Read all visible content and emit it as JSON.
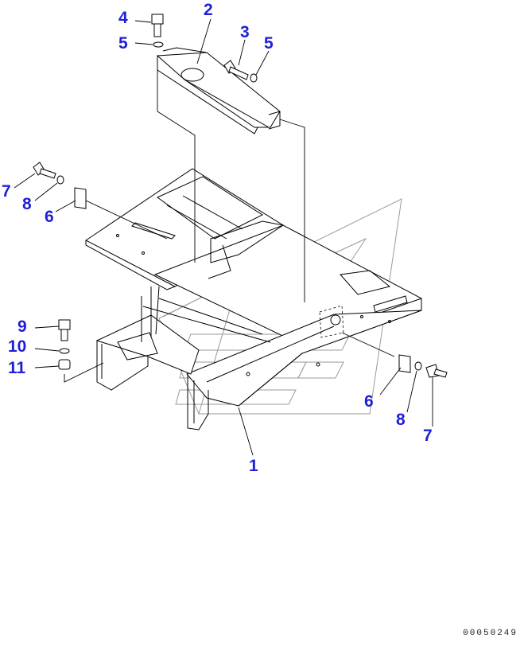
{
  "figure_number": "00050249",
  "callouts": [
    {
      "id": "c1",
      "text": "1"
    },
    {
      "id": "c2",
      "text": "2"
    },
    {
      "id": "c3",
      "text": "3"
    },
    {
      "id": "c4",
      "text": "4"
    },
    {
      "id": "c5a",
      "text": "5"
    },
    {
      "id": "c5b",
      "text": "5"
    },
    {
      "id": "c6a",
      "text": "6"
    },
    {
      "id": "c6b",
      "text": "6"
    },
    {
      "id": "c7a",
      "text": "7"
    },
    {
      "id": "c7b",
      "text": "7"
    },
    {
      "id": "c8a",
      "text": "8"
    },
    {
      "id": "c8b",
      "text": "8"
    },
    {
      "id": "c9",
      "text": "9"
    },
    {
      "id": "c10",
      "text": "10"
    },
    {
      "id": "c11",
      "text": "11"
    }
  ],
  "colors": {
    "callout": "#1f1fd6",
    "line": "#000000",
    "watermark": "#9a9a9a"
  }
}
